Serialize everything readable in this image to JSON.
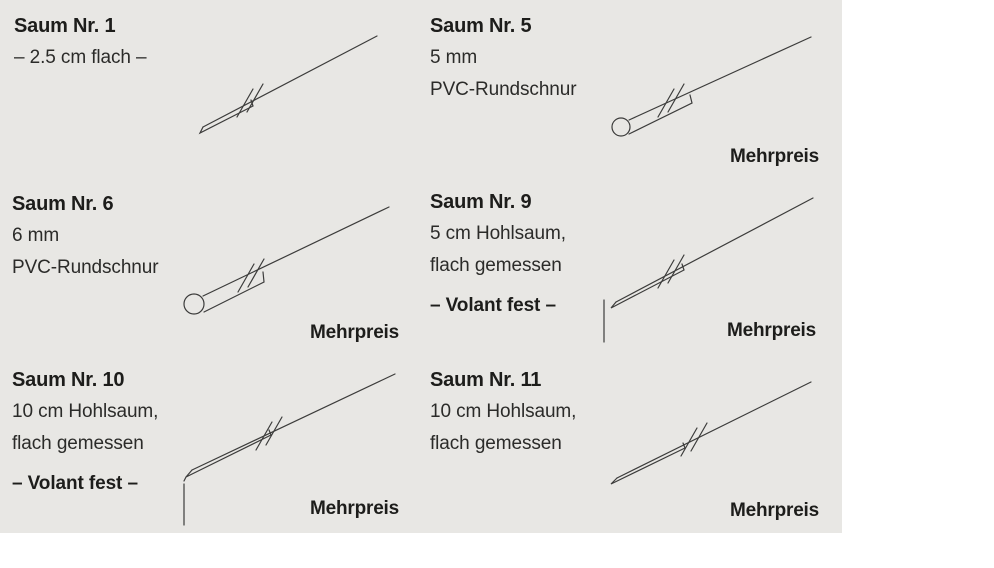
{
  "page": {
    "background_color": "#e8e7e4",
    "text_color": "#1d1d1b",
    "line_color": "#3c3c3b"
  },
  "panels": {
    "p1": {
      "title": "Saum Nr. 1",
      "line1": "– 2.5 cm flach –"
    },
    "p5": {
      "title": "Saum Nr. 5",
      "line1": "5 mm",
      "line2": "PVC-Rundschnur",
      "mehrpreis": "Mehrpreis"
    },
    "p6": {
      "title": "Saum Nr. 6",
      "line1": "6 mm",
      "line2": "PVC-Rundschnur",
      "mehrpreis": "Mehrpreis"
    },
    "p9": {
      "title": "Saum Nr. 9",
      "line1": "5 cm Hohlsaum,",
      "line2": "flach gemessen",
      "volant": "– Volant fest –",
      "mehrpreis": "Mehrpreis"
    },
    "p10": {
      "title": "Saum Nr. 10",
      "line1": "10 cm Hohlsaum,",
      "line2": "flach gemessen",
      "volant": "– Volant fest –",
      "mehrpreis": "Mehrpreis"
    },
    "p11": {
      "title": "Saum Nr. 11",
      "line1": "10 cm Hohlsaum,",
      "line2": "flach gemessen",
      "mehrpreis": "Mehrpreis"
    }
  }
}
